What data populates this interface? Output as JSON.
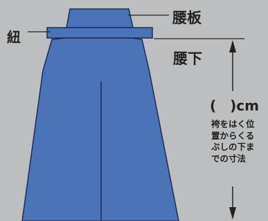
{
  "labels": {
    "himo": "紐",
    "koshiita": "腰板",
    "koshishita": "腰下",
    "measurement": "(　)cm",
    "note_lines": [
      "袴をはく位",
      "置からくる",
      "ぶしの下ま",
      "での寸法"
    ]
  },
  "colors": {
    "background": "#bcbebf",
    "hakama": "#4a73b8",
    "outline": "#1e2a55",
    "line": "#222222"
  }
}
